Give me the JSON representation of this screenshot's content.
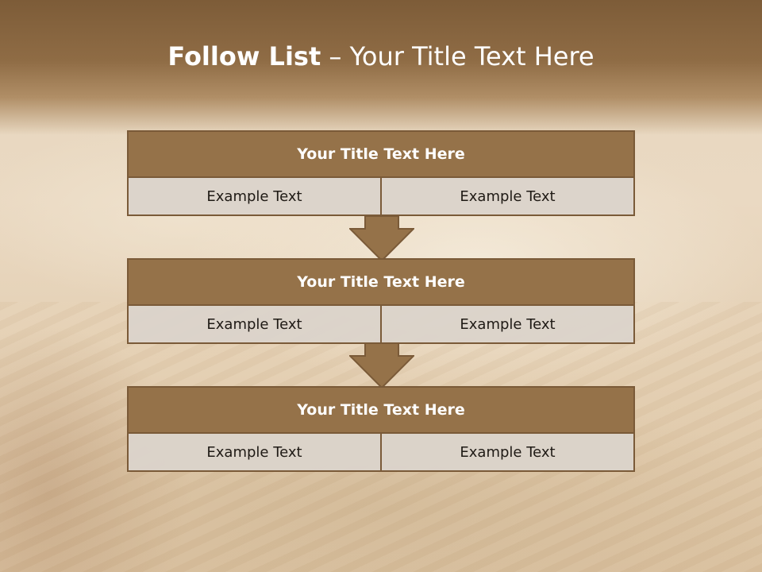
{
  "slide": {
    "title_bold": "Follow List",
    "title_separator": " – ",
    "title_rest": "Your Title Text Here"
  },
  "blocks": [
    {
      "title": "Your Title Text Here",
      "cells": [
        "Example Text",
        "Example Text"
      ]
    },
    {
      "title": "Your Title Text Here",
      "cells": [
        "Example Text",
        "Example Text"
      ]
    },
    {
      "title": "Your Title Text Here",
      "cells": [
        "Example Text",
        "Example Text"
      ]
    }
  ],
  "colors": {
    "header_band": "#8f6c45",
    "block_title_fill": "#957249",
    "block_border": "#7a5a38",
    "cell_fill": "#dad2ca",
    "arrow_fill": "#957249"
  }
}
